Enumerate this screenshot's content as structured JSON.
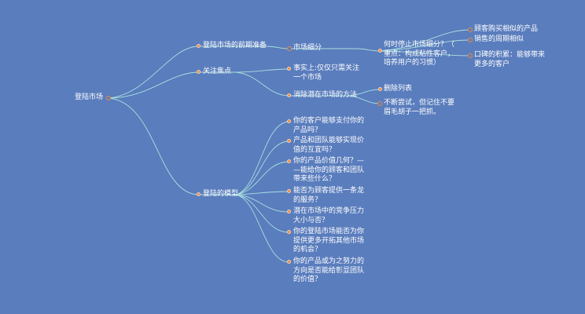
{
  "nodes": {
    "root": "登陆市场",
    "prep": "登陆市场的前期准备",
    "segment": "市场细分",
    "when_stop_1": "何时停止市场细分？（",
    "when_stop_2": "重点：构成粘性客户，",
    "when_stop_3": "培养用户的习惯）",
    "leaf_buy": "顾客购买相似的产品",
    "leaf_sales": "销售的周期相似",
    "leaf_wom_1": "口碑的积累：能够带来",
    "leaf_wom_2": "更多的客户",
    "focus": "关注焦点",
    "fact_1": "事实上:仅仅只需关注",
    "fact_2": "一个市场",
    "eliminate": "消除潜在市场的方法",
    "delete_list": "删除列表",
    "keep_trying_1": "不断尝试，但记住不要",
    "keep_trying_2": "眉毛胡子一把抓。",
    "model": "登陆的模型",
    "q1_1": "你的客户能够支付你的",
    "q1_2": "产品吗？",
    "q2_1": "产品和团队能够实现价",
    "q2_2": "值的互宜吗？",
    "q3_1": "你的产品价值几何？—",
    "q3_2": "—能给你的顾客和团队",
    "q3_3": "带来些什么？",
    "q4_1": "能否为顾客提供一条龙",
    "q4_2": "的服务？",
    "q5_1": "潜在市场中的竞争压力",
    "q5_2": "大小与否？",
    "q6_1": "你的登陆市场能否为你",
    "q6_2": "提供更多开拓其他市场",
    "q6_3": "的机会？",
    "q7_1": "你的产品或为之努力的",
    "q7_2": "方向是否能给彰显团队",
    "q7_3": "的价值？"
  },
  "colors": {
    "background": "#5a7dbd",
    "connector": "#a8e0df",
    "node_dot": "#f0883e",
    "text": "#ffffff"
  }
}
